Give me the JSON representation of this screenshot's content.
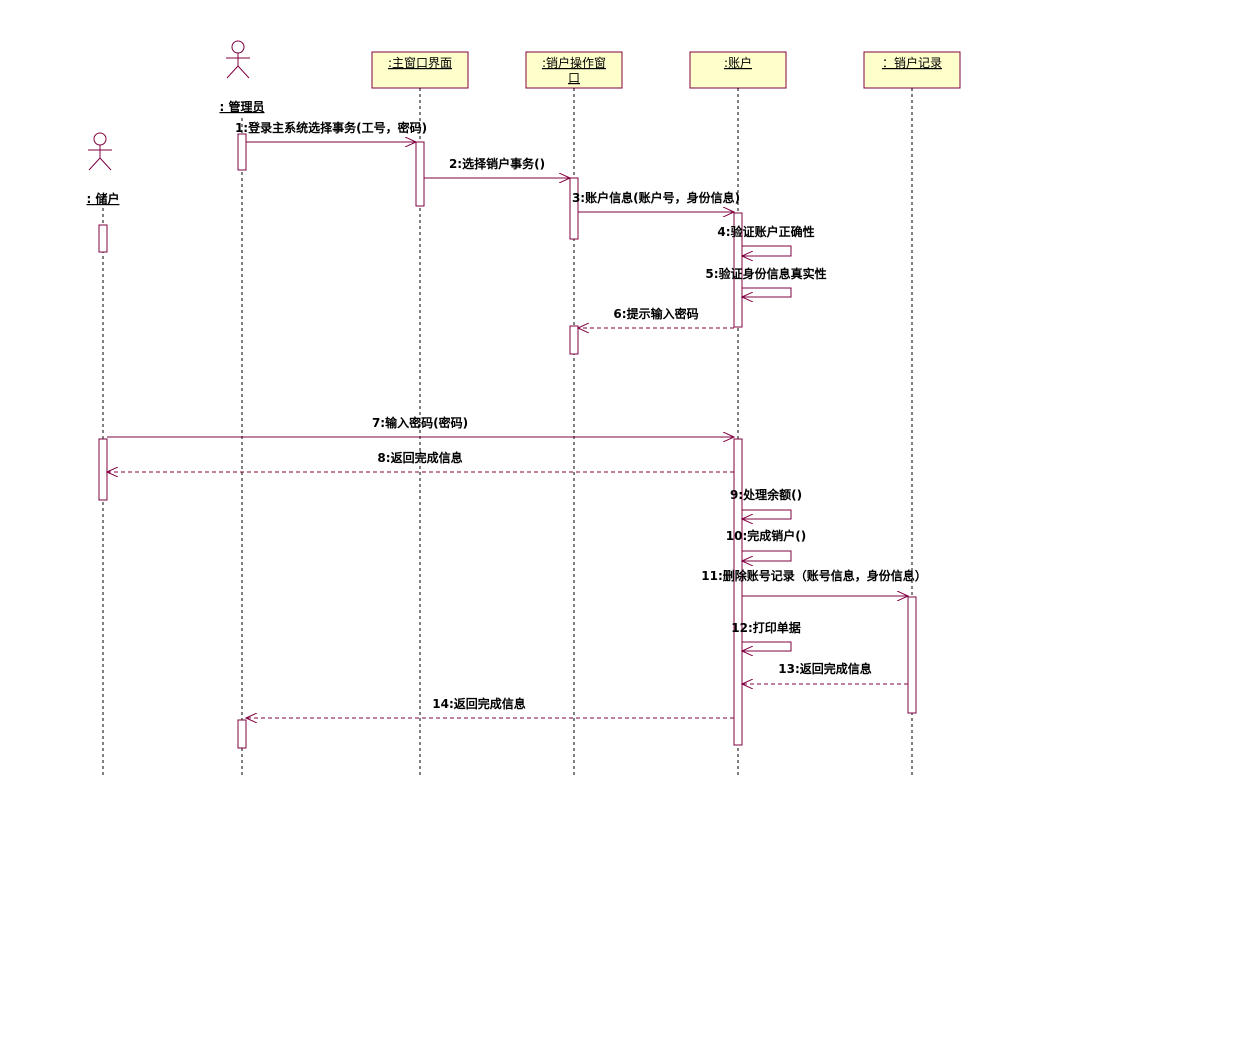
{
  "colors": {
    "line": "#800040",
    "box_fill": "#ffffcc",
    "box_stroke": "#800040",
    "lifeline": "#000000",
    "text": "#000000"
  },
  "participants": {
    "admin": {
      "label": ": 管理员",
      "kind": "actor"
    },
    "depositor": {
      "label": ": 储户",
      "kind": "actor"
    },
    "main_window": {
      "label": ":主窗口界面",
      "kind": "object"
    },
    "close_window_line1": {
      "label": ":销户操作窗",
      "kind": "object"
    },
    "close_window_line2": {
      "label": "口",
      "kind": "object"
    },
    "account": {
      "label": ":账户",
      "kind": "object"
    },
    "close_record": {
      "label": "：销户记录",
      "kind": "object"
    }
  },
  "messages": [
    {
      "label": "1:登录主系统选择事务(工号，密码)",
      "type": "sync"
    },
    {
      "label": "2:选择销户事务()",
      "type": "sync"
    },
    {
      "label": "3:账户信息(账户号，身份信息)",
      "type": "sync"
    },
    {
      "label": "4:验证账户正确性",
      "type": "self"
    },
    {
      "label": "5:验证身份信息真实性",
      "type": "self"
    },
    {
      "label": "6:提示输入密码",
      "type": "return"
    },
    {
      "label": "7:输入密码(密码)",
      "type": "sync"
    },
    {
      "label": "8:返回完成信息",
      "type": "return"
    },
    {
      "label": "9:处理余额()",
      "type": "self"
    },
    {
      "label": "10:完成销户()",
      "type": "self"
    },
    {
      "label": "11:删除账号记录（账号信息，身份信息）",
      "type": "sync"
    },
    {
      "label": "12:打印单据",
      "type": "self"
    },
    {
      "label": "13:返回完成信息",
      "type": "return"
    },
    {
      "label": "14:返回完成信息",
      "type": "return"
    }
  ]
}
